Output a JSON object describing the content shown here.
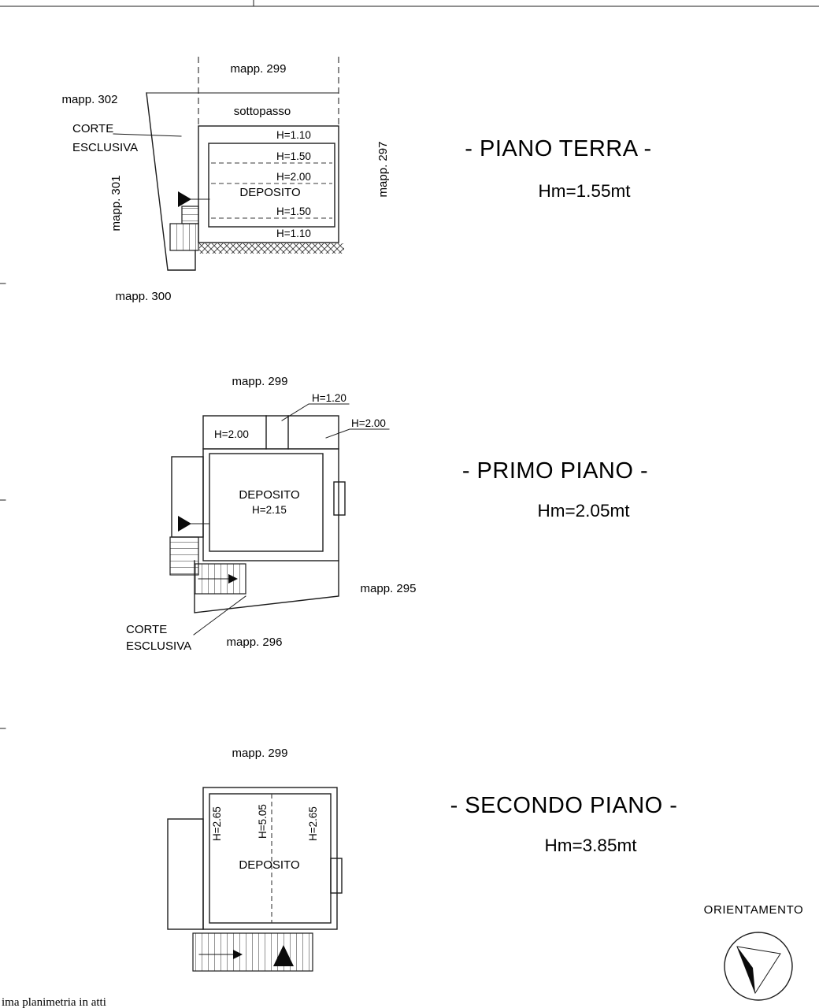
{
  "document": {
    "footer_partial_note": "ima planimetria in atti"
  },
  "floors": {
    "terra": {
      "title": "- PIANO TERRA -",
      "avg_height": "Hm=1.55mt",
      "labels": {
        "mapp_299": "mapp. 299",
        "mapp_302": "mapp. 302",
        "mapp_301": "mapp. 301",
        "mapp_300": "mapp. 300",
        "mapp_297": "mapp. 297",
        "sottopasso": "sottopasso",
        "corte_1": "CORTE",
        "corte_2": "ESCLUSIVA",
        "h_1": "H=1.10",
        "h_2": "H=1.50",
        "h_3": "H=2.00",
        "room": "DEPOSITO",
        "h_4": "H=1.50",
        "h_5": "H=1.10"
      }
    },
    "primo": {
      "title": "- PRIMO PIANO -",
      "avg_height": "Hm=2.05mt",
      "labels": {
        "mapp_299": "mapp. 299",
        "mapp_295": "mapp. 295",
        "mapp_296": "mapp. 296",
        "h_120": "H=1.20",
        "h_200_left": "H=2.00",
        "h_200_right": "H=2.00",
        "room": "DEPOSITO",
        "room_h": "H=2.15",
        "corte_1": "CORTE",
        "corte_2": "ESCLUSIVA"
      }
    },
    "secondo": {
      "title": "- SECONDO PIANO -",
      "avg_height": "Hm=3.85mt",
      "labels": {
        "mapp_299": "mapp. 299",
        "h_265_left": "H=2.65",
        "h_505": "H=5.05",
        "h_265_right": "H=2.65",
        "room": "DEPOSITO"
      }
    }
  },
  "orientation": {
    "label": "ORIENTAMENTO"
  },
  "colors": {
    "ink": "#1c1c1c",
    "paper": "#ffffff"
  }
}
